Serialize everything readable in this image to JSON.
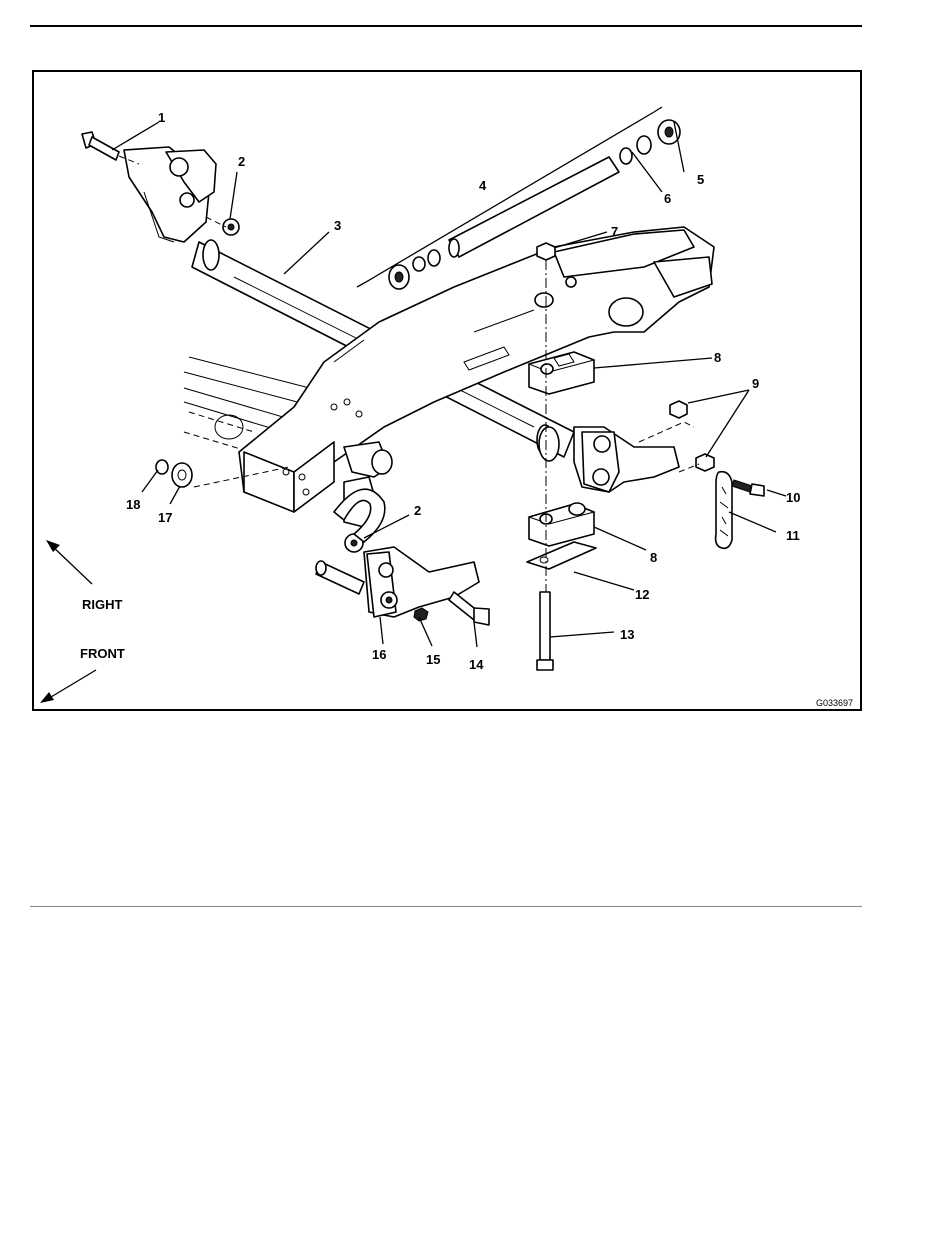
{
  "figure": {
    "figure_id": "G033697",
    "callouts": [
      {
        "id": "c1",
        "text": "1"
      },
      {
        "id": "c2a",
        "text": "2"
      },
      {
        "id": "c3",
        "text": "3"
      },
      {
        "id": "c4",
        "text": "4"
      },
      {
        "id": "c5",
        "text": "5"
      },
      {
        "id": "c6",
        "text": "6"
      },
      {
        "id": "c7",
        "text": "7"
      },
      {
        "id": "c8a",
        "text": "8"
      },
      {
        "id": "c9",
        "text": "9"
      },
      {
        "id": "c10",
        "text": "10"
      },
      {
        "id": "c11",
        "text": "11"
      },
      {
        "id": "c8b",
        "text": "8"
      },
      {
        "id": "c12",
        "text": "12"
      },
      {
        "id": "c13",
        "text": "13"
      },
      {
        "id": "c2b",
        "text": "2"
      },
      {
        "id": "c14",
        "text": "14"
      },
      {
        "id": "c15",
        "text": "15"
      },
      {
        "id": "c16",
        "text": "16"
      },
      {
        "id": "c17",
        "text": "17"
      },
      {
        "id": "c18",
        "text": "18"
      }
    ],
    "direction_labels": {
      "right": "RIGHT",
      "front": "FRONT"
    }
  }
}
